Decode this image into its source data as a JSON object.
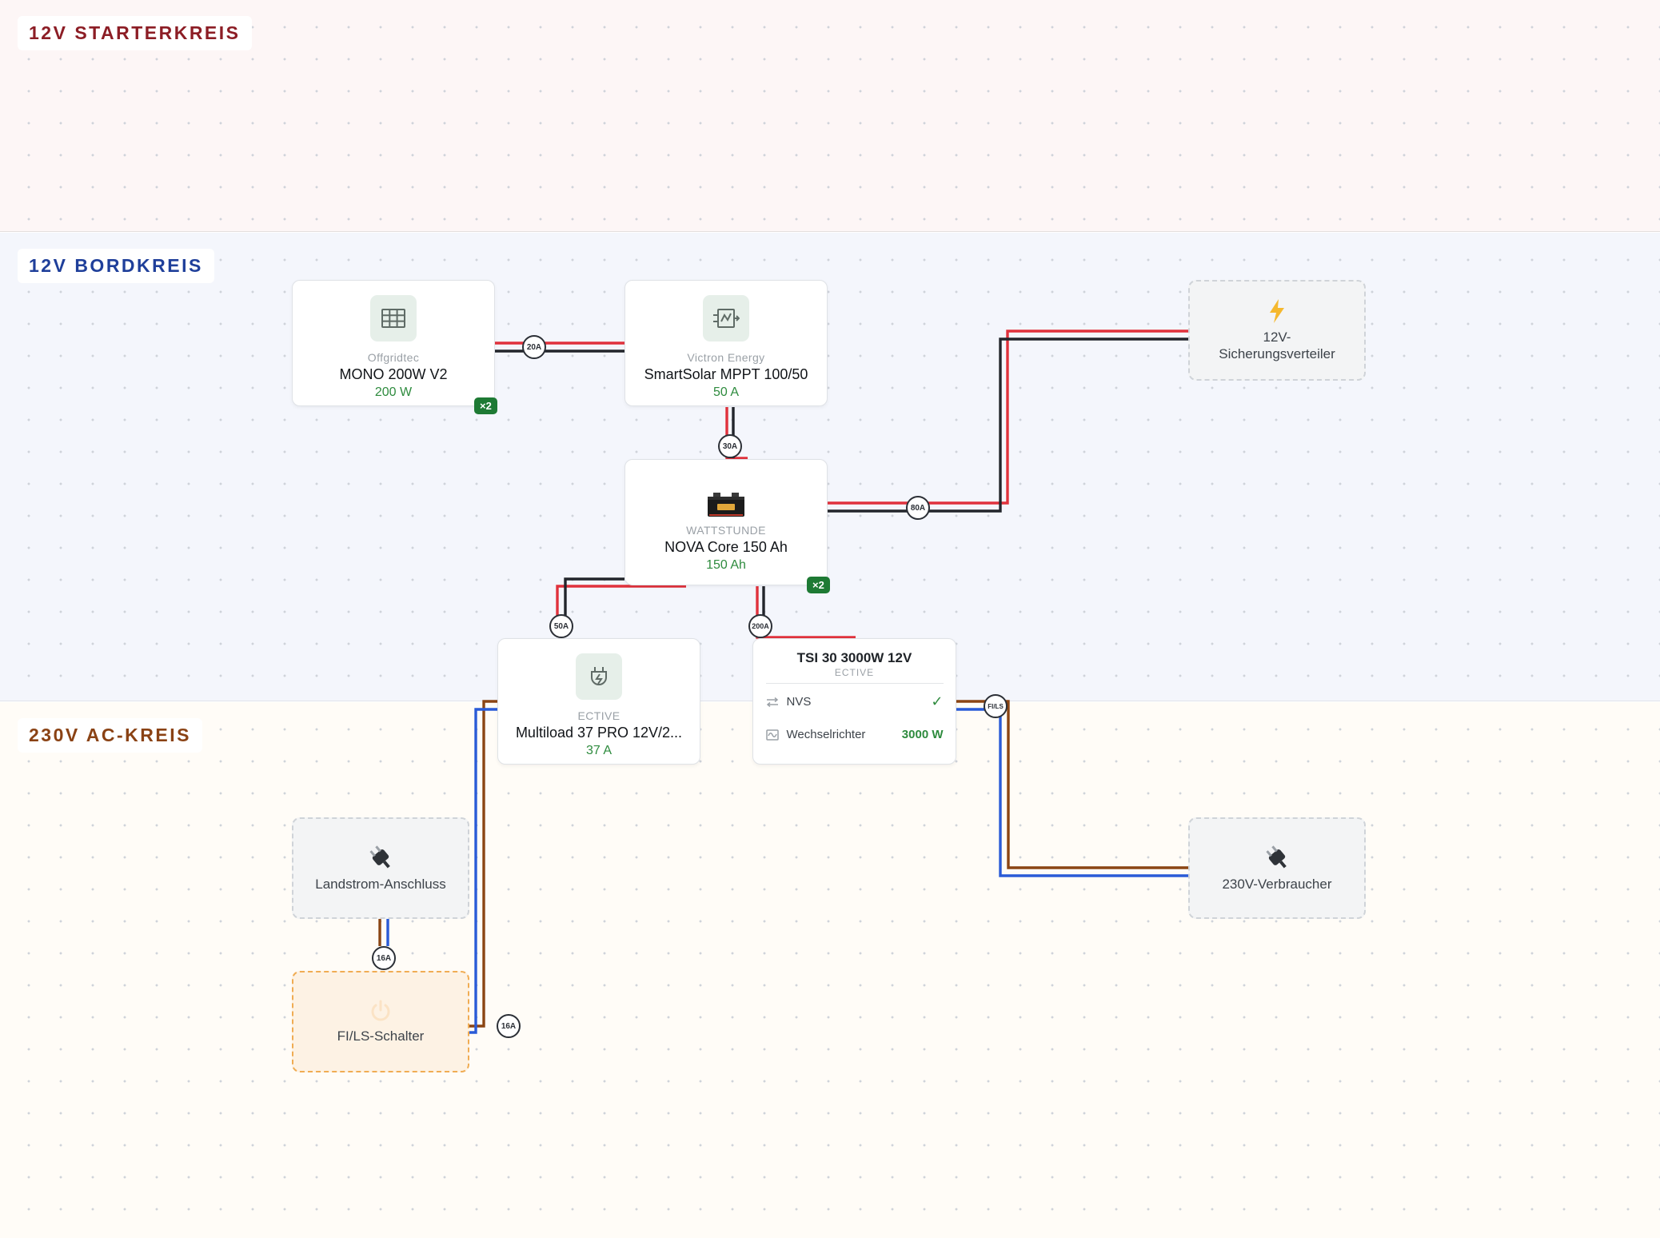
{
  "zones": {
    "starter": {
      "label": "12V STARTERKREIS",
      "color": "#8c1d25"
    },
    "bord": {
      "label": "12V BORDKREIS",
      "color": "#1f3f9a"
    },
    "ac": {
      "label": "230V AC-KREIS",
      "color": "#8a4214"
    }
  },
  "components": {
    "solar": {
      "brand": "Offgridtec",
      "name": "MONO 200W V2",
      "value": "200 W",
      "count": "×2",
      "icon": "solar-panel-icon"
    },
    "mppt": {
      "brand": "Victron Energy",
      "name": "SmartSolar MPPT 100/50",
      "value": "50 A",
      "icon": "charge-controller-icon"
    },
    "battery": {
      "brand": "WATTSTUNDE",
      "name": "NOVA Core 150 Ah",
      "value": "150 Ah",
      "count": "×2",
      "icon": "battery-icon"
    },
    "charger": {
      "brand": "ECTIVE",
      "name": "Multiload 37 PRO 12V/2...",
      "value": "37 A",
      "icon": "charger-icon"
    },
    "inverter": {
      "name": "TSI 30 3000W 12V",
      "brand": "ECTIVE",
      "rows": [
        {
          "label": "NVS",
          "value": "✓",
          "icon": "transfer-arrows-icon"
        },
        {
          "label": "Wechselrichter",
          "value": "3000 W",
          "icon": "sine-wave-icon"
        }
      ]
    },
    "dc_distributor": {
      "label": "12V-\nSicherungsverteiler",
      "icon": "lightning-icon"
    },
    "shore_power": {
      "label": "Landstrom-Anschluss",
      "icon": "plug-icon"
    },
    "breaker": {
      "label": "FI/LS-Schalter",
      "icon": "power-icon"
    },
    "ac_consumers": {
      "label": "230V-Verbraucher",
      "icon": "plug-icon"
    }
  },
  "fuses": {
    "solar_mppt": "20A",
    "mppt_battery": "30A",
    "battery_distributor": "80A",
    "battery_charger": "50A",
    "battery_inverter": "200A",
    "inverter_ac": "FI/LS",
    "shore_breaker": "16A",
    "breaker_charger": "16A"
  },
  "colors": {
    "dc_positive": "#e0323c",
    "dc_negative": "#22252b",
    "ac_phase": "#8b4513",
    "ac_neutral": "#2a5bd7",
    "value_green": "#2e8b3e",
    "badge_green": "#1e7a34"
  }
}
